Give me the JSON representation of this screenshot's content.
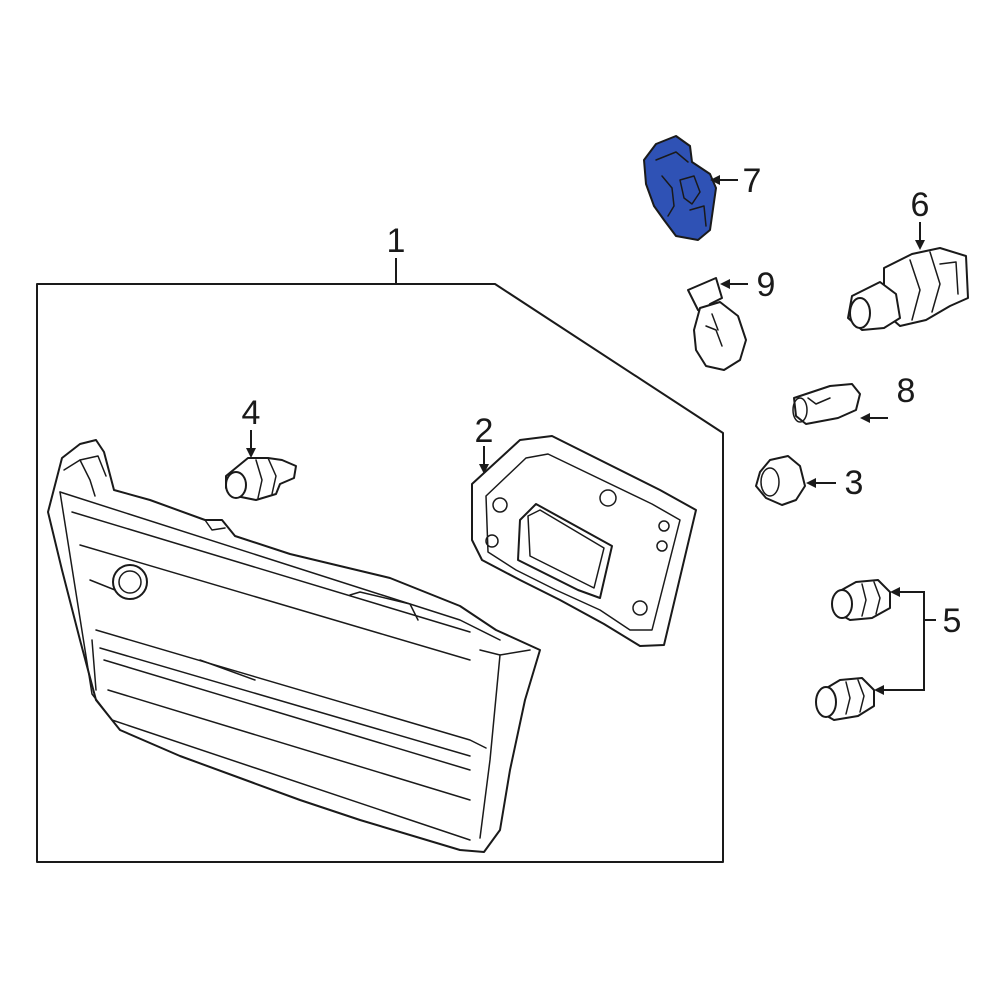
{
  "diagram": {
    "highlight_color": "#2f52b5",
    "outline_color": "#1a1a1a",
    "callouts": {
      "c1": "1",
      "c2": "2",
      "c3": "3",
      "c4": "4",
      "c5": "5",
      "c6": "6",
      "c7": "7",
      "c8": "8",
      "c9": "9"
    },
    "highlighted_part": "7"
  }
}
